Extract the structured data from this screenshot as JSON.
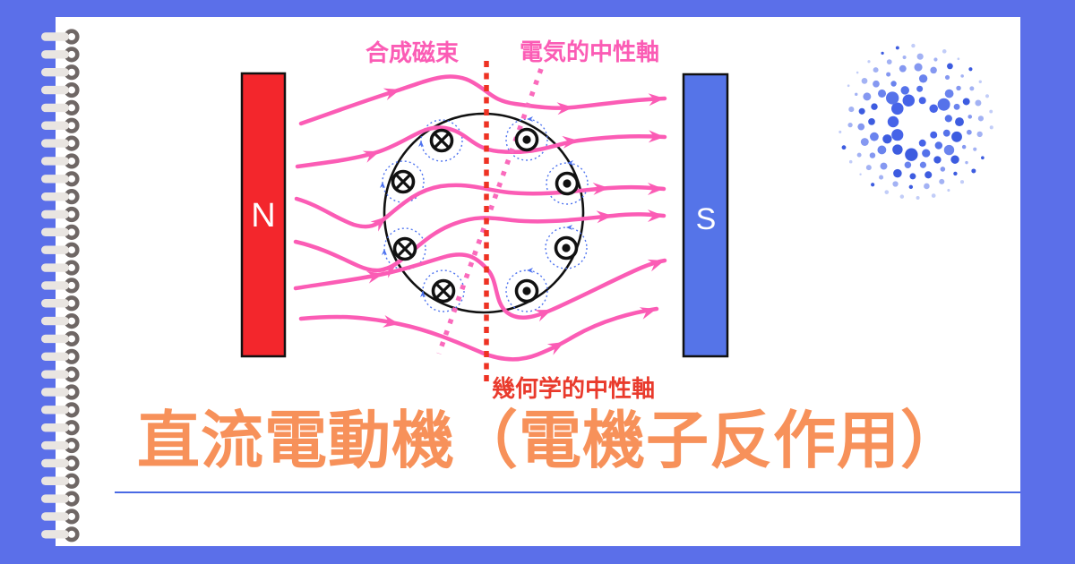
{
  "title": {
    "text": "直流電動機（電機子反作用）",
    "color": "#f7915a"
  },
  "diagram": {
    "labels": {
      "resultant_flux": "合成磁束",
      "electrical_neutral_axis": "電気的中性軸",
      "geometric_neutral_axis": "幾何学的中性軸"
    },
    "magnets": {
      "north_label": "N",
      "south_label": "S"
    },
    "colors": {
      "flux_line": "#fb5cb5",
      "electrical_axis_line": "#fa6abc",
      "geometric_axis_line": "#ee3223",
      "north_pole": "#f3262c",
      "south_pole": "#5574e8",
      "conductor_field_circle": "#4f74f0",
      "label_red": "#e93a2c"
    },
    "conductor_symbols": {
      "left_side": "current into page (cross)",
      "right_side": "current out of page (dot)"
    }
  },
  "decor": {
    "background_color": "#5b6fe9",
    "underline_color": "#4a6ae4",
    "logo": "blue-halftone-dot-ring",
    "binding": "spiral-notebook-rings"
  }
}
